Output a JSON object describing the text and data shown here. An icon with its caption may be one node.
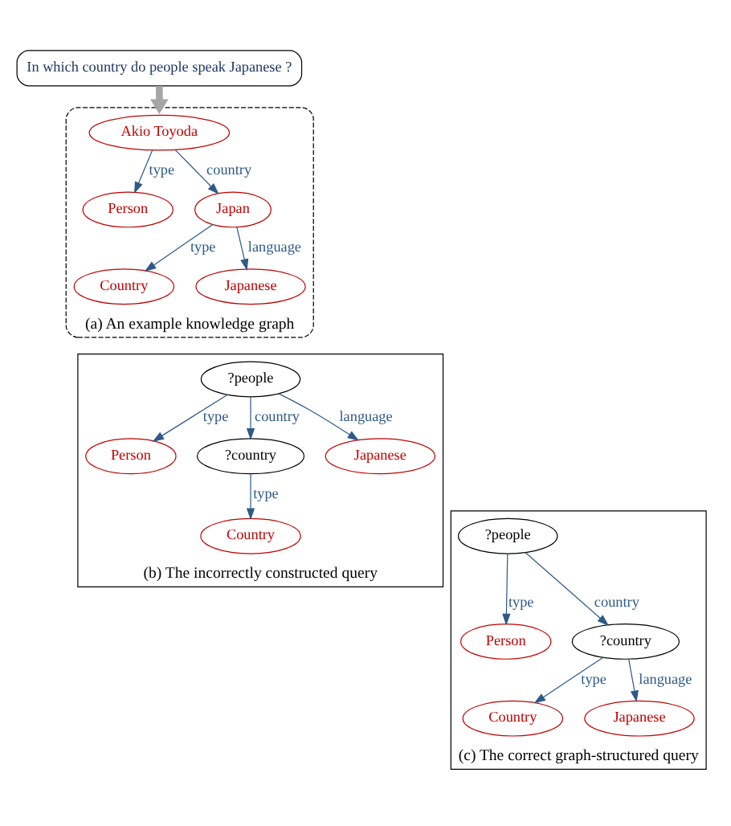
{
  "diagram": {
    "nodes": [
      {
        "text": [
          "In which country do people speak Japanese ?"
        ]
      },
      {
        "text": [
          "(a) An example knowledge graph"
        ]
      },
      {
        "text": [
          "Person"
        ],
        "in": 1
      },
      {
        "text": [
          "Japan"
        ],
        "in": 1
      },
      {
        "text": [
          "Country"
        ],
        "in": 1
      },
      {
        "text": [
          "Akio Toyoda"
        ],
        "in": 1
      },
      {
        "text": [
          "Japanese"
        ],
        "in": 1
      },
      {
        "text": [
          "(b) The incorrectly constructed query"
        ]
      },
      {
        "text": [
          "Country"
        ],
        "in": 7
      },
      {
        "text": [
          "?people"
        ],
        "in": 7
      },
      {
        "text": [
          "Person"
        ],
        "in": 7
      },
      {
        "text": [
          "?country"
        ],
        "in": 7
      },
      {
        "text": [
          "Japanese"
        ],
        "in": 7
      },
      {
        "text": [
          "(c) The correct graph-structured query"
        ]
      },
      {
        "text": [
          "Person"
        ],
        "in": 13
      },
      {
        "text": [
          "?country"
        ],
        "in": 13
      },
      {
        "text": [
          "Country"
        ],
        "in": 13
      },
      {
        "text": [
          "?people"
        ],
        "in": 13
      },
      {
        "text": [
          "Japanese"
        ],
        "in": 13
      }
    ],
    "edges": [
      {
        "from": 0,
        "to": 1,
        "arrow": "to",
        "style": "thick",
        "color": "#a6a6a6"
      },
      {
        "from": 5,
        "to": 2,
        "arrow": "to",
        "label": "type"
      },
      {
        "from": 5,
        "to": 3,
        "arrow": "to",
        "label": "country"
      },
      {
        "from": 3,
        "to": 4,
        "arrow": "to",
        "label": "type"
      },
      {
        "from": 3,
        "to": 6,
        "arrow": "to",
        "label": "language"
      },
      {
        "from": 11,
        "to": 8,
        "arrow": "to",
        "label": "type"
      },
      {
        "from": 9,
        "to": 11,
        "arrow": "to",
        "label": "country"
      },
      {
        "from": 9,
        "to": 10,
        "arrow": "to",
        "label": "type"
      },
      {
        "from": 9,
        "to": 12,
        "arrow": "to",
        "label": "language"
      },
      {
        "from": 17,
        "to": 14,
        "arrow": "to",
        "label": "type"
      },
      {
        "from": 17,
        "to": 15,
        "arrow": "to",
        "label": "country"
      },
      {
        "from": 15,
        "to": 16,
        "arrow": "to",
        "label": "type"
      },
      {
        "from": 15,
        "to": 18,
        "arrow": "to",
        "label": "language"
      }
    ]
  }
}
